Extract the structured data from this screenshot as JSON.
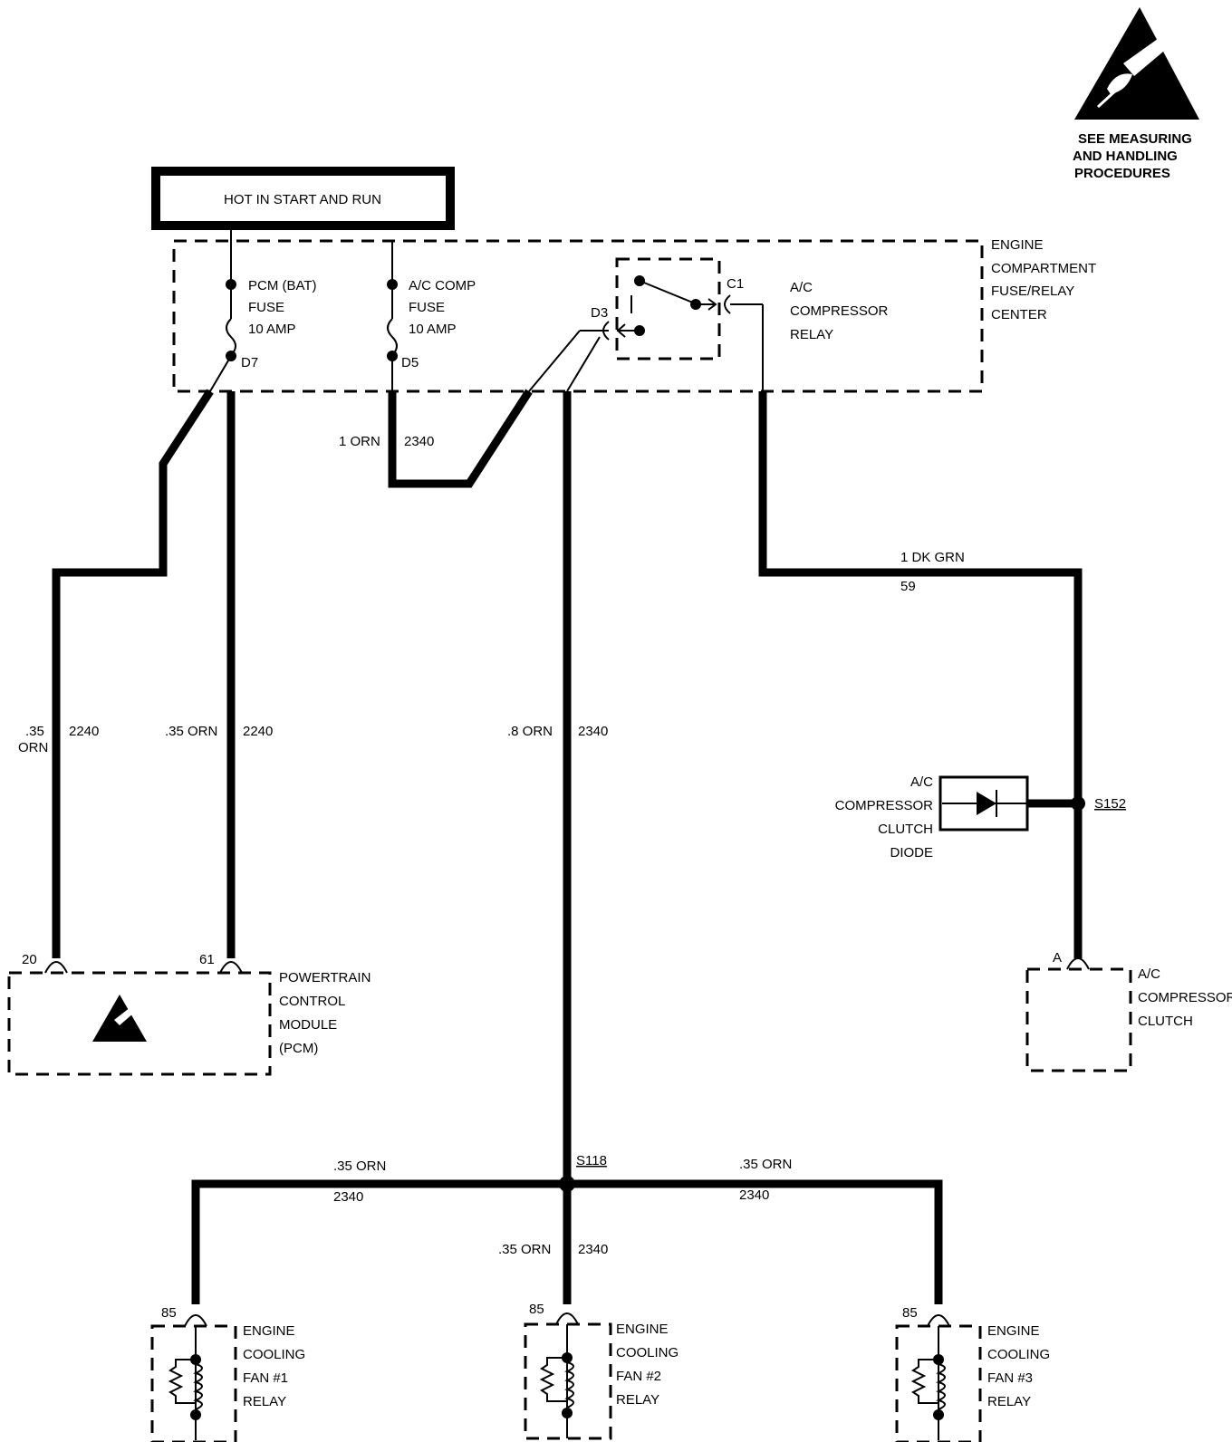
{
  "esd_notice": {
    "lines": [
      "SEE MEASURING",
      "AND HANDLING",
      "PROCEDURES"
    ]
  },
  "power_header": "HOT IN START AND RUN",
  "fuse_center": {
    "lines": [
      "ENGINE",
      "COMPARTMENT",
      "FUSE/RELAY",
      "CENTER"
    ],
    "fuse1": {
      "lines": [
        "PCM (BAT)",
        "FUSE",
        "10 AMP"
      ],
      "terminal": "D7"
    },
    "fuse2": {
      "lines": [
        "A/C COMP",
        "FUSE",
        "10 AMP"
      ],
      "terminal": "D5"
    },
    "relay": {
      "lines": [
        "A/C",
        "COMPRESSOR",
        "RELAY"
      ],
      "term_in": "D3",
      "term_out": "C1"
    }
  },
  "wires": {
    "fuse2_out": {
      "size": "1 ORN",
      "circuit": "2340"
    },
    "pcm20": {
      "size_line1": ".35",
      "size_line2": "ORN",
      "circuit": "2240"
    },
    "pcm61": {
      "size": ".35 ORN",
      "circuit": "2240"
    },
    "main": {
      "size": ".8 ORN",
      "circuit": "2340"
    },
    "clutch": {
      "size": "1 DK GRN",
      "circuit": "59"
    },
    "left_branch": {
      "size": ".35 ORN",
      "circuit": "2340"
    },
    "mid_branch": {
      "size": ".35 ORN",
      "circuit": "2340"
    },
    "right_branch": {
      "size": ".35 ORN",
      "circuit": "2340"
    }
  },
  "splices": {
    "s152": "S152",
    "s118": "S118"
  },
  "diode": {
    "lines": [
      "A/C",
      "COMPRESSOR",
      "CLUTCH",
      "DIODE"
    ]
  },
  "pcm": {
    "lines": [
      "POWERTRAIN",
      "CONTROL",
      "MODULE",
      "(PCM)"
    ],
    "pin_a": "20",
    "pin_b": "61"
  },
  "clutch": {
    "lines": [
      "A/C",
      "COMPRESSOR",
      "CLUTCH"
    ],
    "pin": "A"
  },
  "relays": [
    {
      "pin": "85",
      "lines": [
        "ENGINE",
        "COOLING",
        "FAN #1",
        "RELAY"
      ]
    },
    {
      "pin": "85",
      "lines": [
        "ENGINE",
        "COOLING",
        "FAN #2",
        "RELAY"
      ]
    },
    {
      "pin": "85",
      "lines": [
        "ENGINE",
        "COOLING",
        "FAN #3",
        "RELAY"
      ]
    }
  ]
}
